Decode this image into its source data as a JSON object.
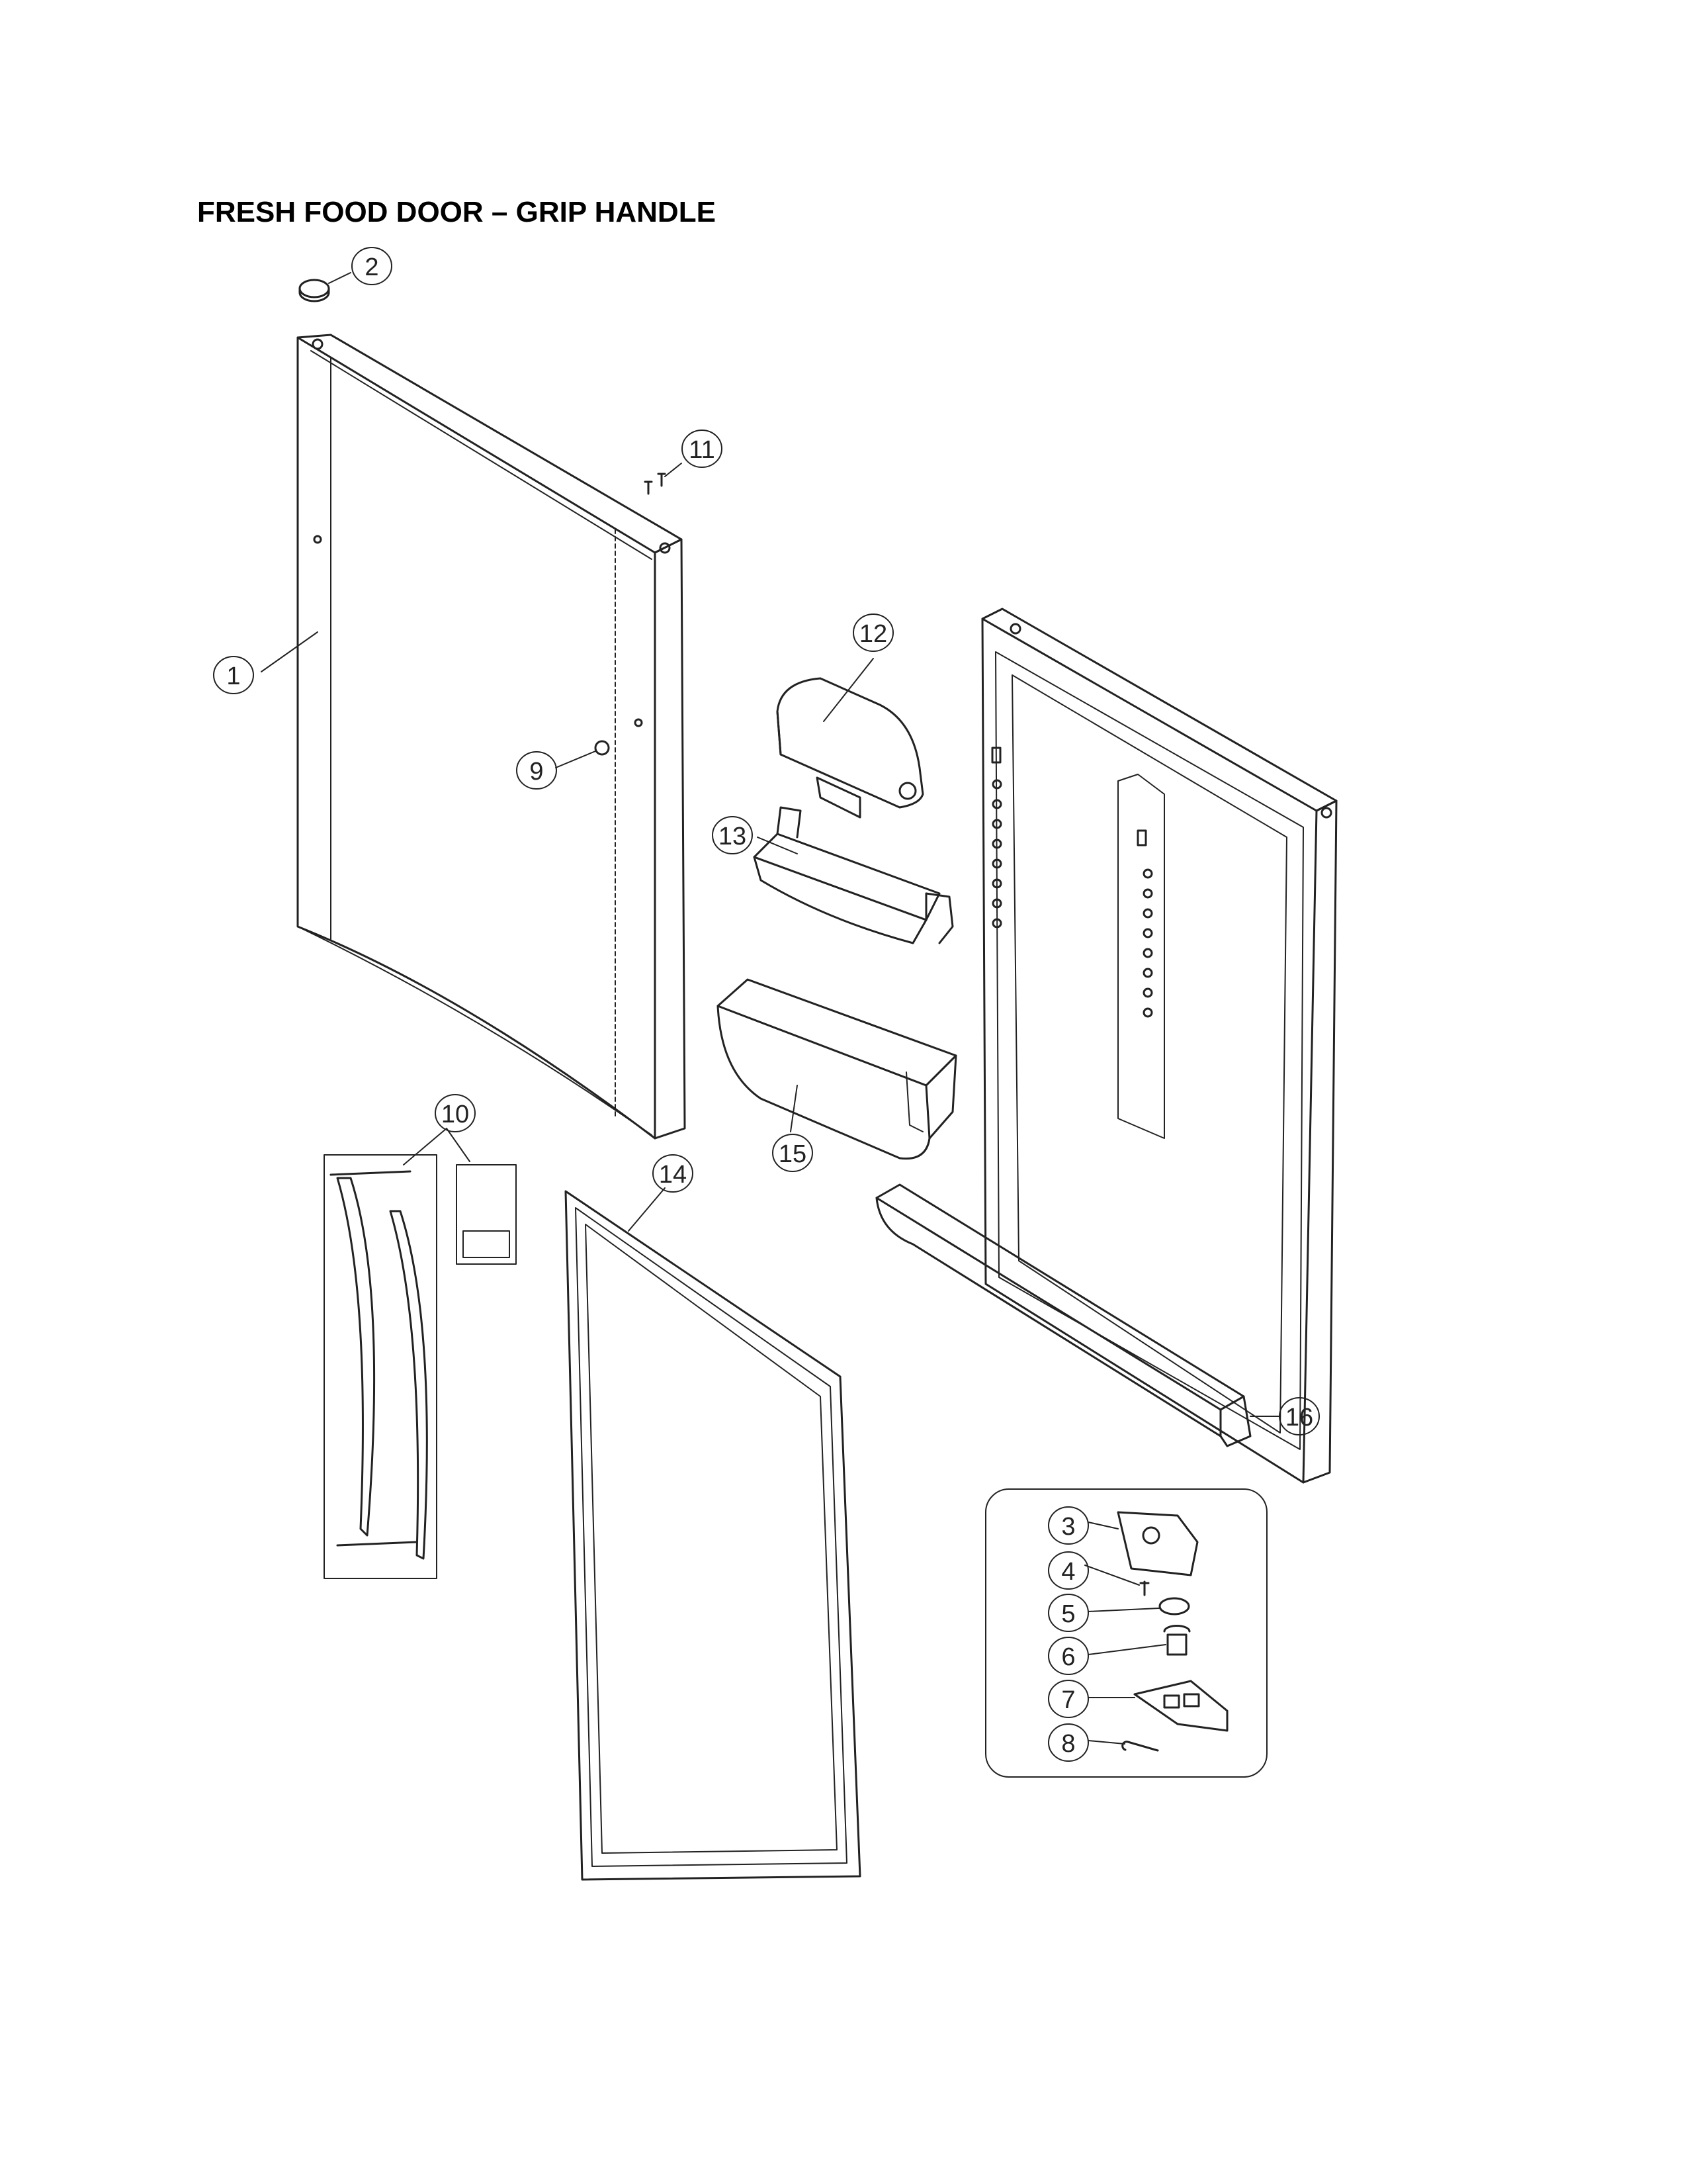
{
  "title": "FRESH FOOD DOOR – GRIP HANDLE",
  "callouts": {
    "c1": "1",
    "c2": "2",
    "c3": "3",
    "c4": "4",
    "c5": "5",
    "c6": "6",
    "c7": "7",
    "c8": "8",
    "c9": "9",
    "c10": "10",
    "c11": "11",
    "c12": "12",
    "c13": "13",
    "c14": "14",
    "c15": "15",
    "c16": "16"
  }
}
